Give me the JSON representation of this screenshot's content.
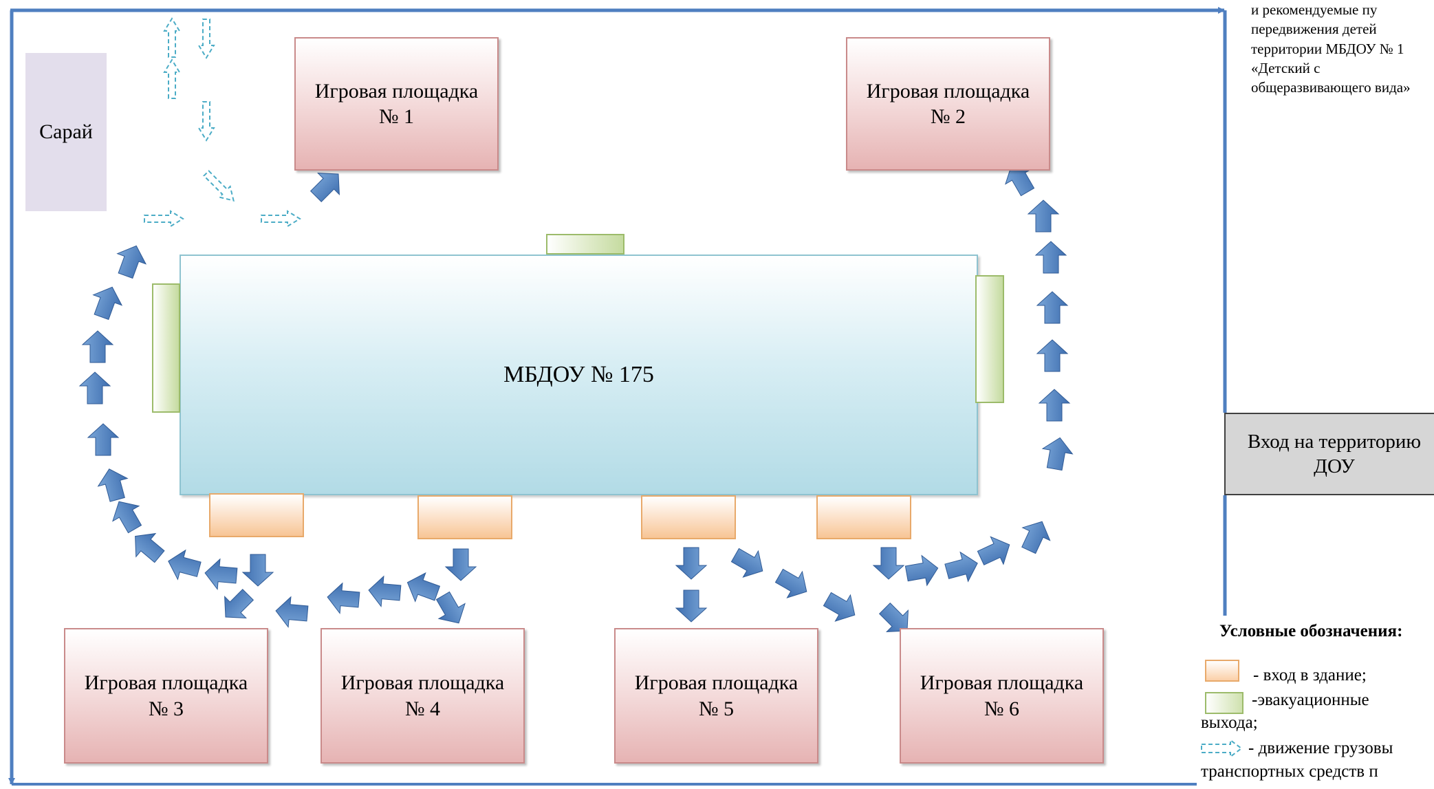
{
  "shed": "Сарай",
  "building": "МБДОУ № 175",
  "playgrounds": [
    {
      "line1": "Игровая площадка",
      "line2": "№ 1"
    },
    {
      "line1": "Игровая площадка",
      "line2": "№ 2"
    },
    {
      "line1": "Игровая площадка",
      "line2": "№ 3"
    },
    {
      "line1": "Игровая площадка",
      "line2": "№ 4"
    },
    {
      "line1": "Игровая площадка",
      "line2": "№ 5"
    },
    {
      "line1": "Игровая площадка",
      "line2": "№ 6"
    }
  ],
  "entrance": {
    "line1": "Вход на территорию",
    "line2": "ДОУ"
  },
  "top_note_lines": [
    "и рекомендуемые пу",
    "передвижения детей",
    "территории МБДОУ № 1",
    "«Детский с",
    "общеразвивающего вида»"
  ],
  "legend": {
    "title": "Условные обозначения:",
    "building_entrance": "- вход в здание;",
    "evac_1": "-эвакуационные",
    "evac_2": "выхода;",
    "trucks_1": "- движение грузовы",
    "trucks_2": "транспортных средств п"
  },
  "colors": {
    "border_line": "#4f7fc0",
    "child_route_arrow": "#4f7fc0",
    "truck_route_arrow": "#4bacc6",
    "playground_fill": "#e6b3b3",
    "building_fill": "#b2dbe6",
    "evac_exit_fill": "#c5dba0",
    "entrance_fill": "#f7c595",
    "shed_fill": "#e3deec",
    "territory_entrance_fill": "#d6d6d6"
  },
  "icons": {
    "child_route": "blue-block-arrow-icon",
    "truck_route": "dashed-arrow-icon"
  }
}
